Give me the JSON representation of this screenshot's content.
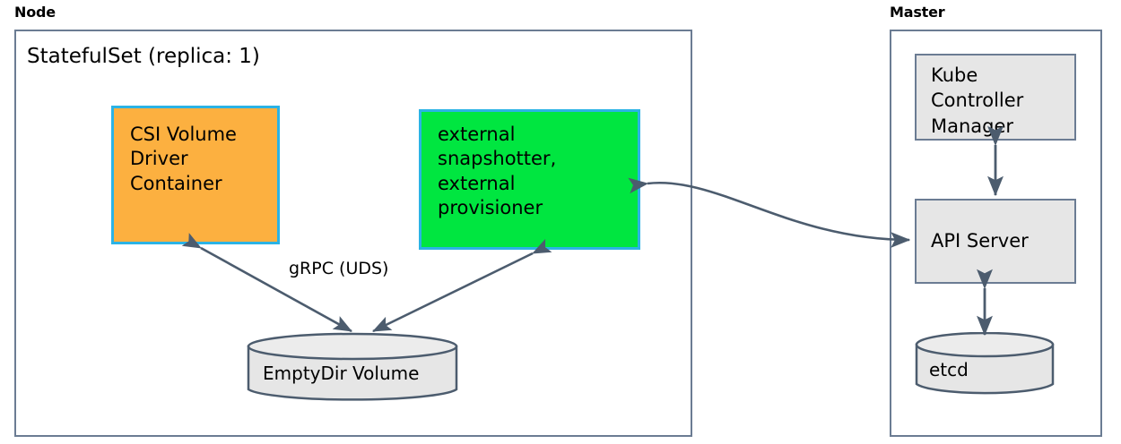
{
  "diagram": {
    "title_hidden": "",
    "groups": [
      {
        "label": "Node"
      },
      {
        "label": "Master"
      }
    ],
    "node_group": {
      "label": "Node",
      "statefulset_title": "StatefulSet (replica: 1)",
      "csi_container": {
        "label": "CSI Volume\nDriver\nContainer",
        "fill": "#fcb040",
        "border": "#2bb3e5"
      },
      "external_container": {
        "label": "external\nsnapshotter,\nexternal\nprovisioner",
        "fill": "#00e640",
        "border": "#2bb3e5"
      },
      "emptydir_volume": {
        "label": "EmptyDir Volume",
        "fill": "#e6e6e6",
        "border": "#4c5c6e"
      },
      "grpc_label": "gRPC (UDS)"
    },
    "master_group": {
      "label": "Master",
      "kube_controller_manager": {
        "label": "Kube\nController\nManager",
        "fill": "#e6e6e6",
        "border": "#6b7c93"
      },
      "api_server": {
        "label": "API Server",
        "fill": "#e6e6e6",
        "border": "#6b7c93"
      },
      "etcd": {
        "label": "etcd",
        "fill": "#e6e6e6",
        "border": "#4c5c6e"
      }
    },
    "colors": {
      "arrow": "#4c5c6e",
      "group_border": "#6b7c93",
      "background": "#ffffff"
    }
  }
}
